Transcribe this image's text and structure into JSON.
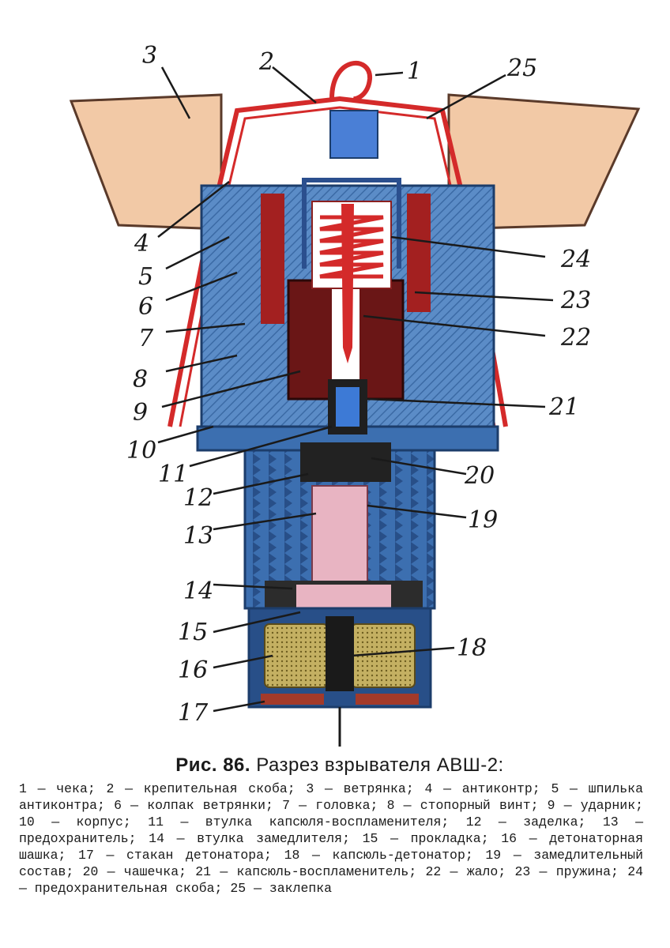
{
  "figure": {
    "title": {
      "number": "Рис. 86.",
      "text": "Разрез взрывателя АВШ-2:"
    },
    "callouts": [
      "1",
      "2",
      "3",
      "4",
      "5",
      "6",
      "7",
      "8",
      "9",
      "10",
      "11",
      "12",
      "13",
      "14",
      "15",
      "16",
      "17",
      "18",
      "19",
      "20",
      "21",
      "22",
      "23",
      "24",
      "25"
    ],
    "legend": [
      "1 — чека;",
      "2 — крепительная скоба;",
      "3 — ветрянка;",
      "4 — антиконтр;",
      "5 — шпилька антиконтра;",
      "6 — колпак ветрянки;",
      "7 — головка;",
      "8 — стопорный винт;",
      "9 — ударник;",
      "10 — корпус;",
      "11 — втулка капсюля-воспламенителя;",
      "12 — заделка;",
      "13 — предохранитель;",
      "14 — втулка замедлителя;",
      "15 — прокладка;",
      "16 — детонаторная шашка;",
      "17 — стакан детонатора;",
      "18 — капсюль-детонатор;",
      "19 — замедлительный состав;",
      "20 — чашечка;",
      "21 — капсюль-воспламенитель;",
      "22 — жало;",
      "23 — пружина;",
      "24 — предохранительная скоба;",
      "25 — заклепка"
    ]
  },
  "colors": {
    "red": "#d42a2a",
    "blue": "#4a7fbf",
    "dark_blue": "#244d86",
    "vane": "#f2c9a6",
    "dark_red": "#7a1a1a",
    "pink": "#e8b4c2",
    "yellow": "#c9b25a"
  }
}
